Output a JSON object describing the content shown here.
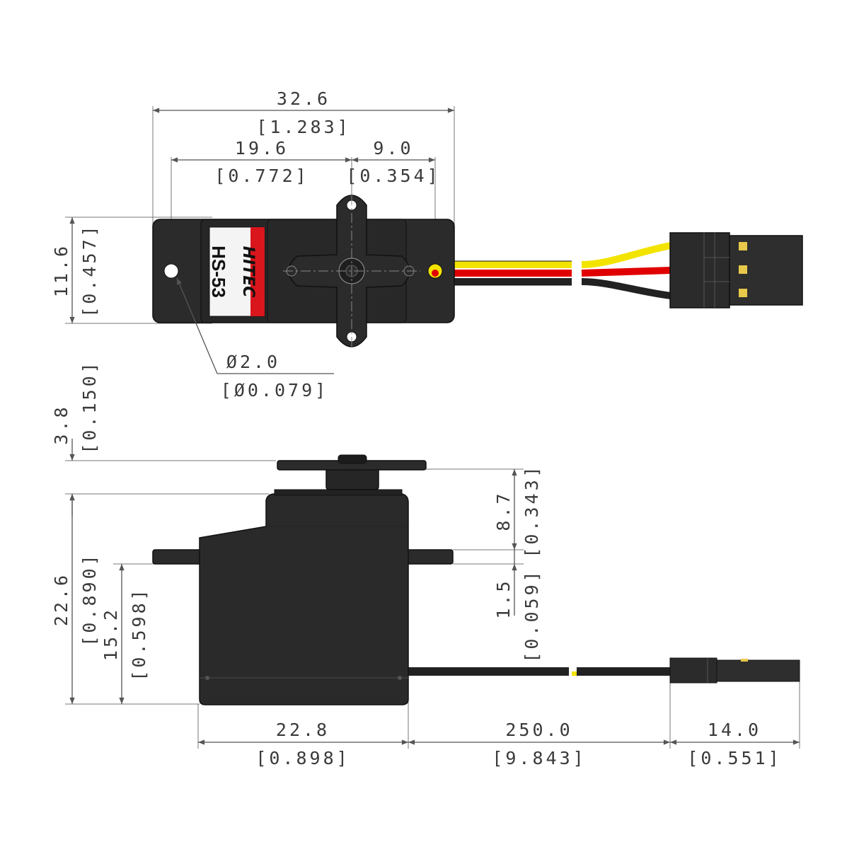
{
  "brand": "HITEC",
  "model": "HS-53",
  "colors": {
    "body": "#2b2b2b",
    "body_dark": "#1c1c1c",
    "label_red": "#d8161c",
    "wire_yellow": "#f3e400",
    "wire_red": "#e00000",
    "wire_black": "#222222",
    "pin_gold": "#e8c84a",
    "dimension_lines": "#555555"
  },
  "top_view": {
    "overall_width": {
      "mm": "32.6",
      "inch": "[1.283]"
    },
    "hole_to_shaft": {
      "mm": "19.6",
      "inch": "[0.772]"
    },
    "shaft_to_hole": {
      "mm": "9.0",
      "inch": "[0.354]"
    },
    "depth": {
      "mm": "11.6",
      "inch": "[0.457]"
    },
    "hole_diameter": {
      "mm": "Ø2.0",
      "inch": "[Ø0.079]"
    }
  },
  "side_view": {
    "horn_height": {
      "mm": "3.8",
      "inch": "[0.150]"
    },
    "body_height": {
      "mm": "22.6",
      "inch": "[0.890]"
    },
    "flange_height": {
      "mm": "15.2",
      "inch": "[0.598]"
    },
    "top_to_flange": {
      "mm": "8.7",
      "inch": "[0.343]"
    },
    "flange_thickness": {
      "mm": "1.5",
      "inch": "[0.059]"
    },
    "body_width": {
      "mm": "22.8",
      "inch": "[0.898]"
    },
    "cable_length": {
      "mm": "250.0",
      "inch": "[9.843]"
    },
    "connector_length": {
      "mm": "14.0",
      "inch": "[0.551]"
    }
  }
}
